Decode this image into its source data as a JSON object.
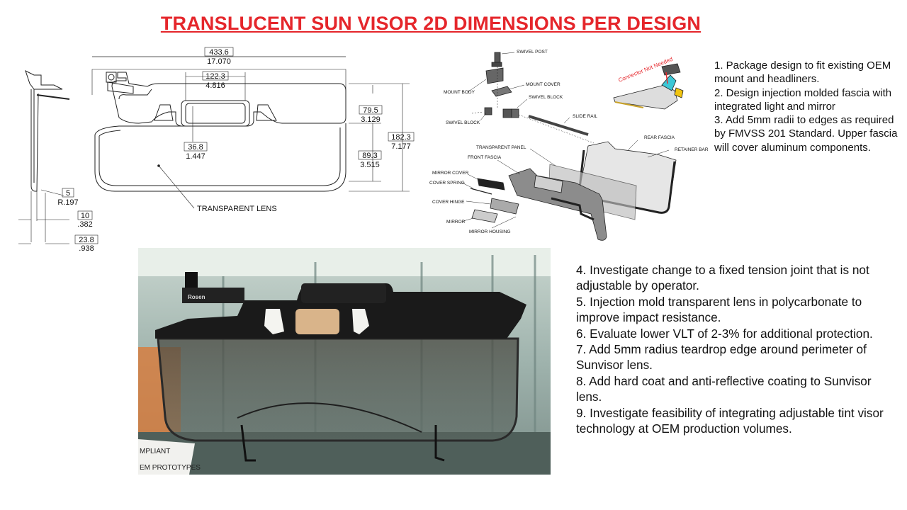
{
  "title": "TRANSLUCENT SUN VISOR 2D DIMENSIONS PER DESIGN",
  "drawing": {
    "overall_width": {
      "mm": "433.6",
      "in": "17.070"
    },
    "center_cutout": {
      "mm": "122.3",
      "in": "4.816"
    },
    "mount_height": {
      "mm": "79.5",
      "in": "3.129"
    },
    "overall_height": {
      "mm": "182.3",
      "in": "7.177"
    },
    "cutout_depth": {
      "mm": "36.8",
      "in": "1.447"
    },
    "lens_height": {
      "mm": "89.3",
      "in": "3.515"
    },
    "edge_radius": {
      "mm": "5",
      "in": "R.197"
    },
    "thickness_a": {
      "mm": "10",
      "in": ".382"
    },
    "thickness_b": {
      "mm": "23.8",
      "in": ".938"
    },
    "lens_label": "TRANSPARENT LENS"
  },
  "exploded_view": {
    "labels": {
      "swivel_post": "SWIVEL POST",
      "mount_cover": "MOUNT COVER",
      "mount_body": "MOUNT BODY",
      "swivel_block_1": "SWIVEL BLOCK",
      "swivel_block_2": "SWIVEL BLOCK",
      "slide_rail": "SLIDE RAIL",
      "rear_fascia": "REAR FASCIA",
      "transparent_panel": "TRANSPARENT PANEL",
      "retainer_bar": "RETAINER BAR",
      "front_fascia": "FRONT FASCIA",
      "mirror_cover": "MIRROR COVER",
      "cover_spring": "COVER SPRING",
      "cover_hinge": "COVER HINGE",
      "mirror": "MIRROR",
      "mirror_housing": "MIRROR HOUSING"
    },
    "connector_note": "Connector Not Needed"
  },
  "notes_top": [
    "1. Package design to fit existing OEM mount and headliners.",
    "2. Design injection molded fascia with integrated light and mirror",
    "3. Add 5mm radii to edges as required by FMVSS 201 Standard. Upper fascia will cover aluminum components."
  ],
  "notes_bottom": [
    "4. Investigate change to a fixed tension joint that is not adjustable by operator.",
    "5. Injection mold transparent lens in polycarbonate to improve impact resistance.",
    "6. Evaluate lower VLT of 2-3% for additional protection.",
    "7. Add 5mm radius teardrop edge around perimeter of Sunvisor lens.",
    "8. Add hard coat and anti-reflective coating to Sunvisor lens.",
    "9. Investigate feasibility of integrating adjustable tint visor technology at OEM production volumes."
  ],
  "photo": {
    "brand": "Rosen",
    "sign_line_1": "MPLIANT",
    "sign_line_2": "EM PROTOTYPES"
  },
  "colors": {
    "title_red": "#e5262b"
  }
}
